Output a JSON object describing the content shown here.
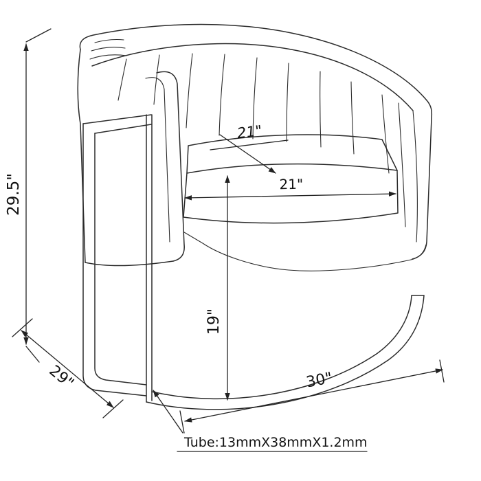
{
  "canvas": {
    "background": "#ffffff",
    "line_color": "#2b2b2b",
    "text_color": "#111111"
  },
  "labels": {
    "overall_height": "29.5\"",
    "overall_depth": "29\"",
    "overall_width": "30\"",
    "seat_depth": "21\"",
    "seat_width": "21\"",
    "seat_height": "19\"",
    "tube_spec": "Tube:13mmX38mmX1.2mm"
  }
}
